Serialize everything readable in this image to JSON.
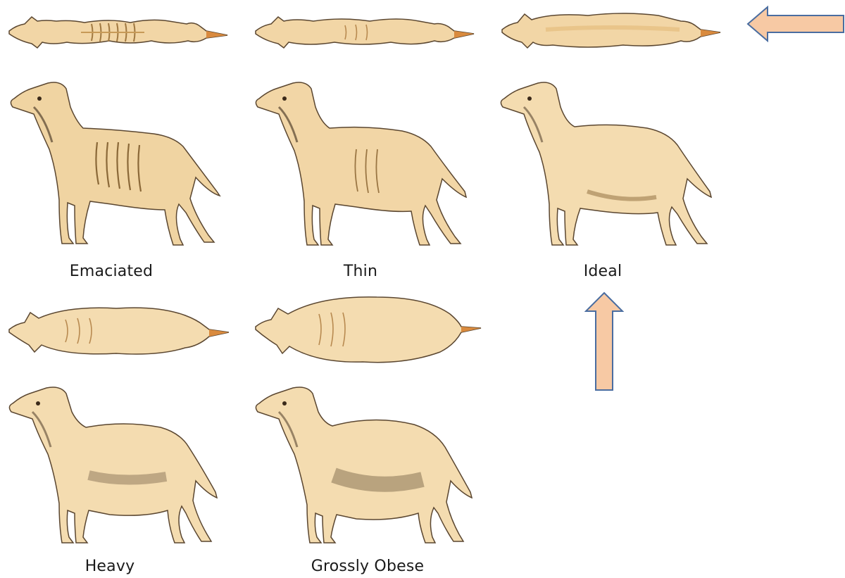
{
  "figure": {
    "labels": {
      "emaciated": "Emaciated",
      "thin": "Thin",
      "ideal": "Ideal",
      "heavy": "Heavy",
      "grossly_obese": "Grossly Obese"
    },
    "colors": {
      "coat_light": "#f4dcb0",
      "coat_mid": "#e7c28a",
      "coat_dark": "#c79a58",
      "outline": "#5a4630",
      "shadow": "#3b2a1a",
      "nose_tip": "#d98a3e",
      "arrow_fill": "#f7c9a4",
      "arrow_stroke": "#4a6da0"
    },
    "icons": {
      "top_view": "dog-top-view",
      "side_view": "dog-side-view",
      "indicator": "arrow-icon"
    }
  }
}
